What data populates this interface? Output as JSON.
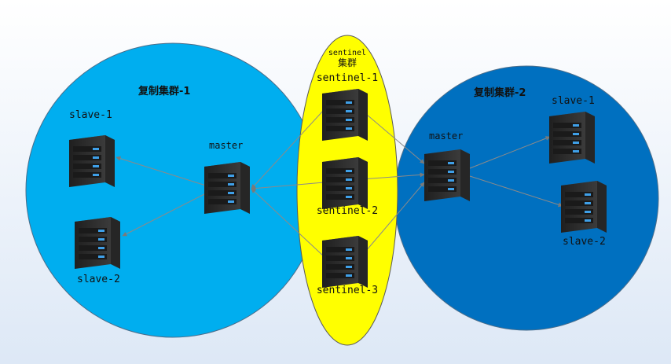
{
  "clusters": {
    "left_title": "复制集群-1",
    "right_title": "复制集群-2",
    "sentinel_title_line1": "sentinel",
    "sentinel_title_line2": "集群"
  },
  "nodes": {
    "left_master": "master",
    "left_slave1": "slave-1",
    "left_slave2": "slave-2",
    "sentinel1": "sentinel-1",
    "sentinel2": "sentinel-2",
    "sentinel3": "sentinel-3",
    "right_master": "master",
    "right_slave1": "slave-1",
    "right_slave2": "slave-2"
  },
  "colors": {
    "background_top": "#ffffff",
    "background_bottom": "#dde8f6",
    "left_cluster_fill": "#00aeef",
    "right_cluster_fill": "#0070c0",
    "sentinel_fill": "#ffff00",
    "link_line": "#8a8a8a",
    "server_body": "#2e2e2e",
    "server_led": "#3fa0e8"
  },
  "icons": [
    "server-icon"
  ]
}
